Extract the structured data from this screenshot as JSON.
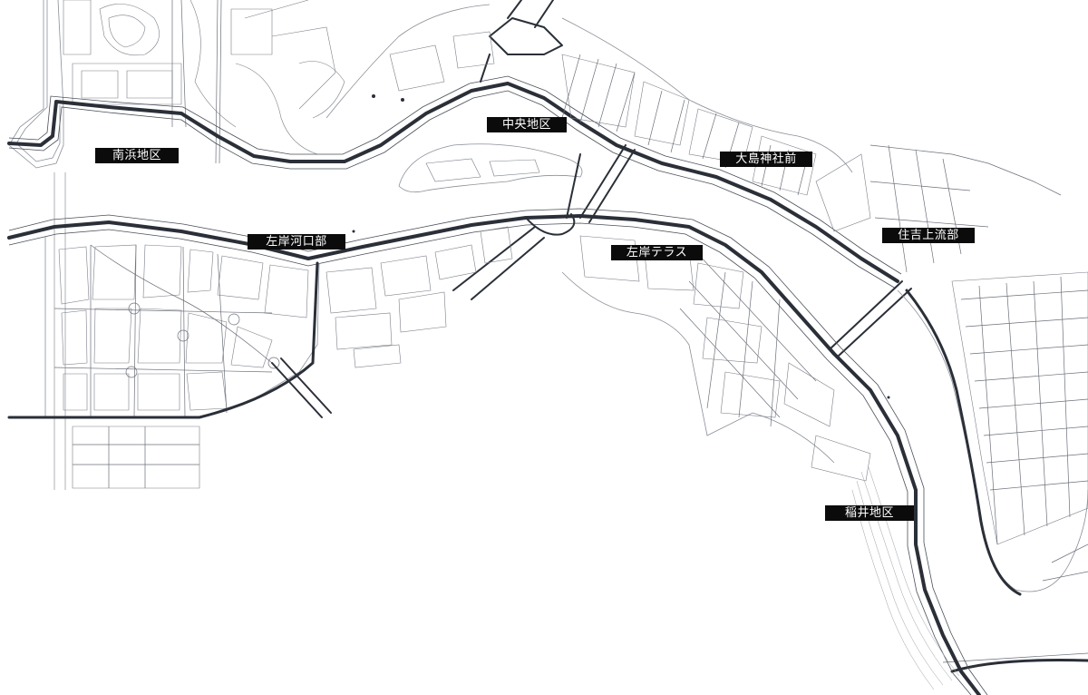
{
  "map": {
    "labels": {
      "minamihama": "南浜地区",
      "chuo": "中央地区",
      "oshima": "大島神社前",
      "sumiyoshi": "住吉上流部",
      "kawaguchi": "左岸河口部",
      "terrace": "左岸テラス",
      "inai": "稲井地区"
    }
  },
  "colors": {
    "label_background": "#0b0b0b",
    "label_text": "#ffffff",
    "linework": "#2a2f38",
    "background": "#ffffff"
  }
}
